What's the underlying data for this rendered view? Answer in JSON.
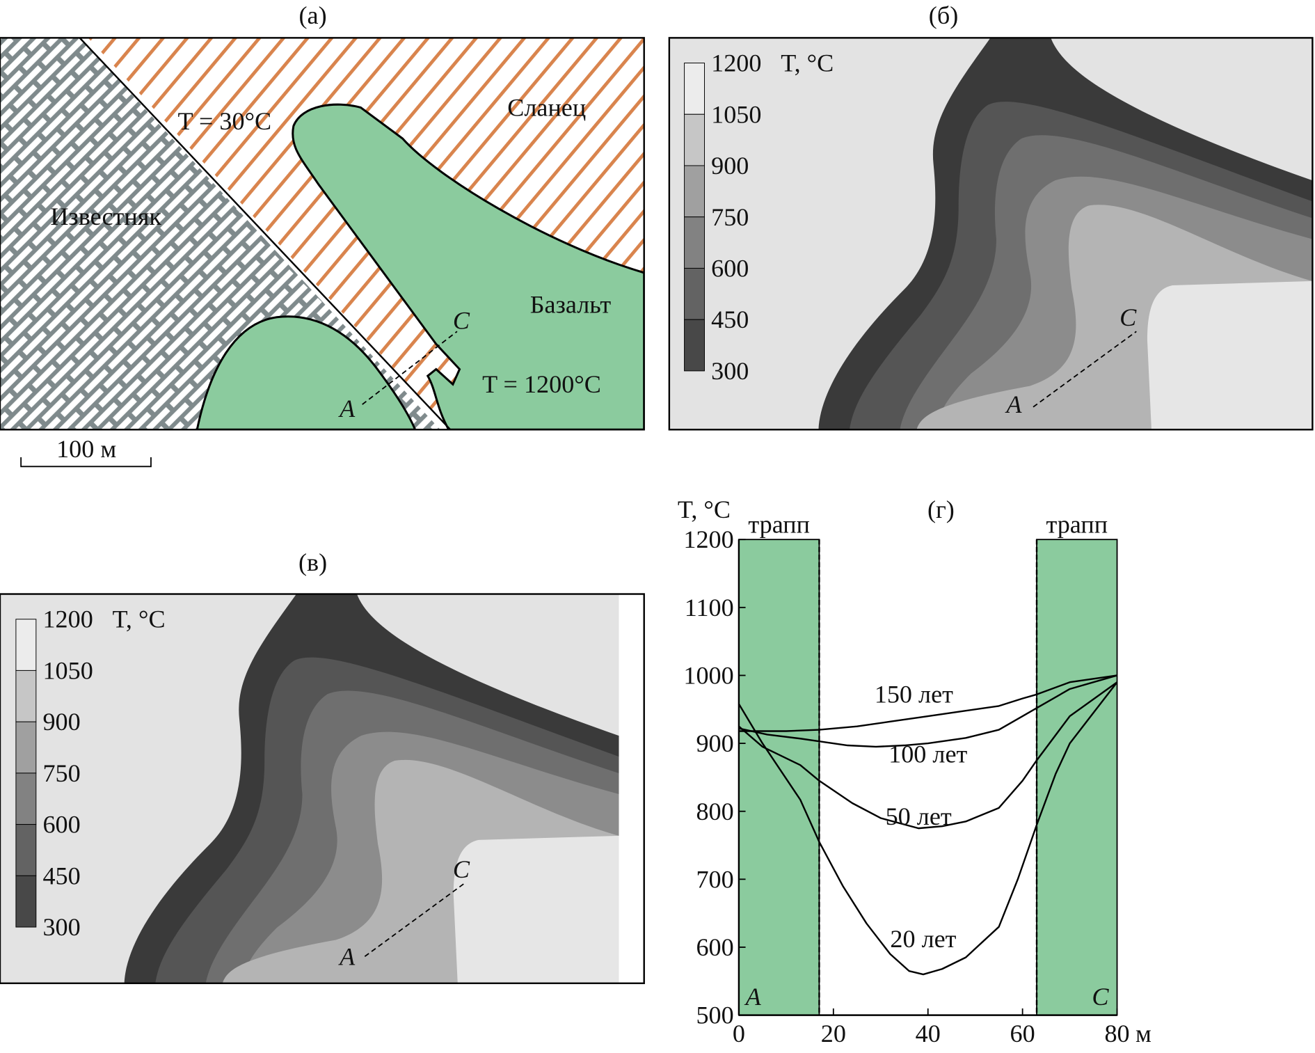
{
  "panels": {
    "a": {
      "label": "(а)",
      "limestone": "Известняк",
      "shale": "Сланец",
      "basalt": "Базальт",
      "t_top": "T = 30°C",
      "t_basalt": "T = 1200°C",
      "point_a": "A",
      "point_c": "C",
      "scale_bar": "100 м",
      "colors": {
        "basalt": "#8bcb9e",
        "shale": "#d9844d",
        "limestone": "#7f8a8c"
      }
    },
    "b": {
      "label": "(б)",
      "legend_title": "T, °C",
      "legend_levels": [
        "1200",
        "1050",
        "900",
        "750",
        "600",
        "450",
        "300"
      ],
      "point_a": "A",
      "point_c": "C"
    },
    "c": {
      "label": "(в)",
      "legend_title": "T, °C",
      "legend_levels": [
        "1200",
        "1050",
        "900",
        "750",
        "600",
        "450",
        "300"
      ],
      "point_a": "A",
      "point_c": "C"
    }
  },
  "chart_data": {
    "type": "line",
    "title": "(г)",
    "ylabel": "T, °C",
    "xlabel": "м",
    "xlim": [
      0,
      80
    ],
    "ylim": [
      500,
      1200
    ],
    "xticks": [
      "0",
      "20",
      "40",
      "60",
      "80"
    ],
    "yticks": [
      "500",
      "600",
      "700",
      "800",
      "900",
      "1000",
      "1100",
      "1200"
    ],
    "bands": [
      {
        "name": "трапп",
        "x": [
          0,
          17
        ],
        "color": "#8bcb9e"
      },
      {
        "name": "трапп",
        "x": [
          63,
          80
        ],
        "color": "#8bcb9e"
      }
    ],
    "corner_labels": [
      "A",
      "C"
    ],
    "series": [
      {
        "name": "20 лет",
        "x": [
          0,
          5,
          13,
          17,
          22,
          27,
          32,
          36,
          39,
          43,
          48,
          55,
          59,
          63,
          67,
          70,
          75,
          80
        ],
        "y": [
          958,
          900,
          817,
          755,
          690,
          635,
          590,
          565,
          560,
          568,
          585,
          630,
          700,
          780,
          855,
          900,
          945,
          990
        ]
      },
      {
        "name": "50 лет",
        "x": [
          0,
          5,
          13,
          17,
          24,
          30,
          38,
          43,
          48,
          55,
          60,
          63,
          70,
          80
        ],
        "y": [
          925,
          895,
          868,
          845,
          812,
          790,
          775,
          778,
          785,
          805,
          845,
          875,
          940,
          990
        ]
      },
      {
        "name": "100 лет",
        "x": [
          0,
          6,
          13,
          17,
          23,
          29,
          35,
          40,
          48,
          55,
          60,
          63,
          70,
          80
        ],
        "y": [
          922,
          913,
          907,
          903,
          897,
          895,
          897,
          900,
          908,
          920,
          940,
          952,
          980,
          1000
        ]
      },
      {
        "name": "150 лет",
        "x": [
          0,
          10,
          17,
          25,
          32,
          40,
          48,
          55,
          60,
          63,
          70,
          80
        ],
        "y": [
          918,
          918,
          920,
          925,
          932,
          940,
          948,
          955,
          966,
          972,
          990,
          1000
        ]
      }
    ],
    "series_label_pos": [
      {
        "x": 39,
        "y": 600
      },
      {
        "x": 38,
        "y": 780
      },
      {
        "x": 40,
        "y": 872
      },
      {
        "x": 37,
        "y": 960
      }
    ],
    "grid": false
  }
}
